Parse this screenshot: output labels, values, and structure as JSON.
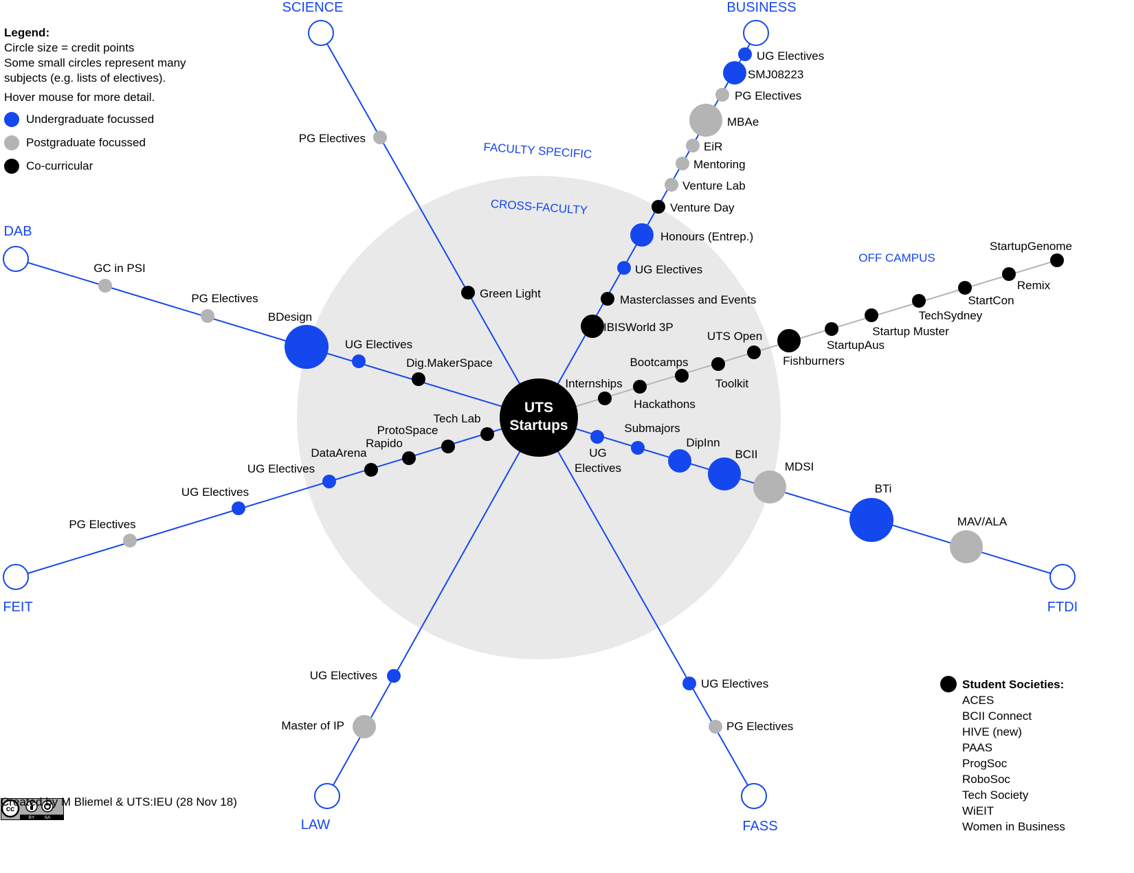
{
  "legend": {
    "title": "Legend:",
    "lines": [
      "Circle size = credit points",
      "Some small circles represent many",
      "subjects (e.g. lists of electives)."
    ],
    "hover": "Hover mouse for more detail.",
    "keys": [
      {
        "label": "Undergraduate focussed",
        "color": "#1547ee"
      },
      {
        "label": "Postgraduate focussed",
        "color": "#b4b4b4"
      },
      {
        "label": "Co-curricular",
        "color": "#000000"
      }
    ]
  },
  "colors": {
    "ug": "#1547ee",
    "pg": "#b4b4b4",
    "co": "#000000",
    "line_blue": "#1547ee",
    "line_grey": "#b4b4b4",
    "zone_fill": "#e9e9e9",
    "zone_label": "#1547ee"
  },
  "center": {
    "line1": "UTS",
    "line2": "Startups"
  },
  "zones": [
    "FACULTY SPECIFIC",
    "CROSS-FACULTY",
    "OFF CAMPUS"
  ],
  "faculties": [
    "SCIENCE",
    "BUSINESS",
    "DAB",
    "FEIT",
    "FTDI",
    "LAW",
    "FASS"
  ],
  "nodes": [
    {
      "label": "PG Electives",
      "type": "pg",
      "size": "small"
    },
    {
      "label": "Green Light",
      "type": "co",
      "size": "small"
    },
    {
      "label": "UG Electives",
      "type": "ug",
      "size": "small"
    },
    {
      "label": "SMJ08223",
      "type": "ug",
      "size": "medium"
    },
    {
      "label": "PG Electives",
      "type": "pg",
      "size": "small"
    },
    {
      "label": "MBAe",
      "type": "pg",
      "size": "large"
    },
    {
      "label": "EiR",
      "type": "pg",
      "size": "small"
    },
    {
      "label": "Mentoring",
      "type": "pg",
      "size": "small"
    },
    {
      "label": "Venture Lab",
      "type": "pg",
      "size": "small"
    },
    {
      "label": "Venture Day",
      "type": "co",
      "size": "small"
    },
    {
      "label": "Honours (Entrep.)",
      "type": "ug",
      "size": "medium"
    },
    {
      "label": "UG Electives",
      "type": "ug",
      "size": "small"
    },
    {
      "label": "Masterclasses and Events",
      "type": "co",
      "size": "small"
    },
    {
      "label": "IBISWorld 3P",
      "type": "co",
      "size": "medium"
    },
    {
      "label": "GC in PSI",
      "type": "pg",
      "size": "small"
    },
    {
      "label": "PG Electives",
      "type": "pg",
      "size": "small"
    },
    {
      "label": "BDesign",
      "type": "ug",
      "size": "xlarge"
    },
    {
      "label": "UG Electives",
      "type": "ug",
      "size": "small"
    },
    {
      "label": "Dig.MakerSpace",
      "type": "co",
      "size": "small"
    },
    {
      "label": "Internships",
      "type": "co",
      "size": "small"
    },
    {
      "label": "Hackathons",
      "type": "co",
      "size": "small"
    },
    {
      "label": "Bootcamps",
      "type": "co",
      "size": "small"
    },
    {
      "label": "Toolkit",
      "type": "co",
      "size": "small"
    },
    {
      "label": "UTS Open",
      "type": "co",
      "size": "small"
    },
    {
      "label": "Fishburners",
      "type": "co",
      "size": "medium"
    },
    {
      "label": "StartupAus",
      "type": "co",
      "size": "small"
    },
    {
      "label": "Startup Muster",
      "type": "co",
      "size": "small"
    },
    {
      "label": "TechSydney",
      "type": "co",
      "size": "small"
    },
    {
      "label": "StartCon",
      "type": "co",
      "size": "small"
    },
    {
      "label": "Remix",
      "type": "co",
      "size": "small"
    },
    {
      "label": "StartupGenome",
      "type": "co",
      "size": "small"
    },
    {
      "label": "Tech Lab",
      "type": "co",
      "size": "small"
    },
    {
      "label": "ProtoSpace",
      "type": "co",
      "size": "small"
    },
    {
      "label": "Rapido",
      "type": "co",
      "size": "small"
    },
    {
      "label": "DataArena",
      "type": "co",
      "size": "small"
    },
    {
      "label": "UG Electives",
      "type": "ug",
      "size": "small"
    },
    {
      "label": "UG Electives",
      "type": "ug",
      "size": "small"
    },
    {
      "label": "PG Electives",
      "type": "pg",
      "size": "small"
    },
    {
      "label": "UG Electives",
      "type": "ug",
      "size": "small"
    },
    {
      "label": "Submajors",
      "type": "ug",
      "size": "small"
    },
    {
      "label": "DipInn",
      "type": "ug",
      "size": "medium"
    },
    {
      "label": "BCII",
      "type": "ug",
      "size": "large"
    },
    {
      "label": "MDSI",
      "type": "pg",
      "size": "large"
    },
    {
      "label": "BTi",
      "type": "ug",
      "size": "xlarge"
    },
    {
      "label": "MAV/ALA",
      "type": "pg",
      "size": "large"
    },
    {
      "label": "UG Electives",
      "type": "ug",
      "size": "small"
    },
    {
      "label": "Master of IP",
      "type": "pg",
      "size": "medium"
    },
    {
      "label": "UG Electives",
      "type": "ug",
      "size": "small"
    },
    {
      "label": "PG Electives",
      "type": "pg",
      "size": "small"
    }
  ],
  "societies": {
    "title": "Student Societies:",
    "items": [
      "ACES",
      "BCII Connect",
      "HIVE (new)",
      "PAAS",
      "ProgSoc",
      "RoboSoc",
      "Tech Society",
      "WiEIT",
      "Women in Business"
    ]
  },
  "license": {
    "cc": "cc",
    "by": "BY",
    "sa": "SA"
  },
  "credit": "Created by M Bliemel & UTS:IEU (28 Nov 18)"
}
